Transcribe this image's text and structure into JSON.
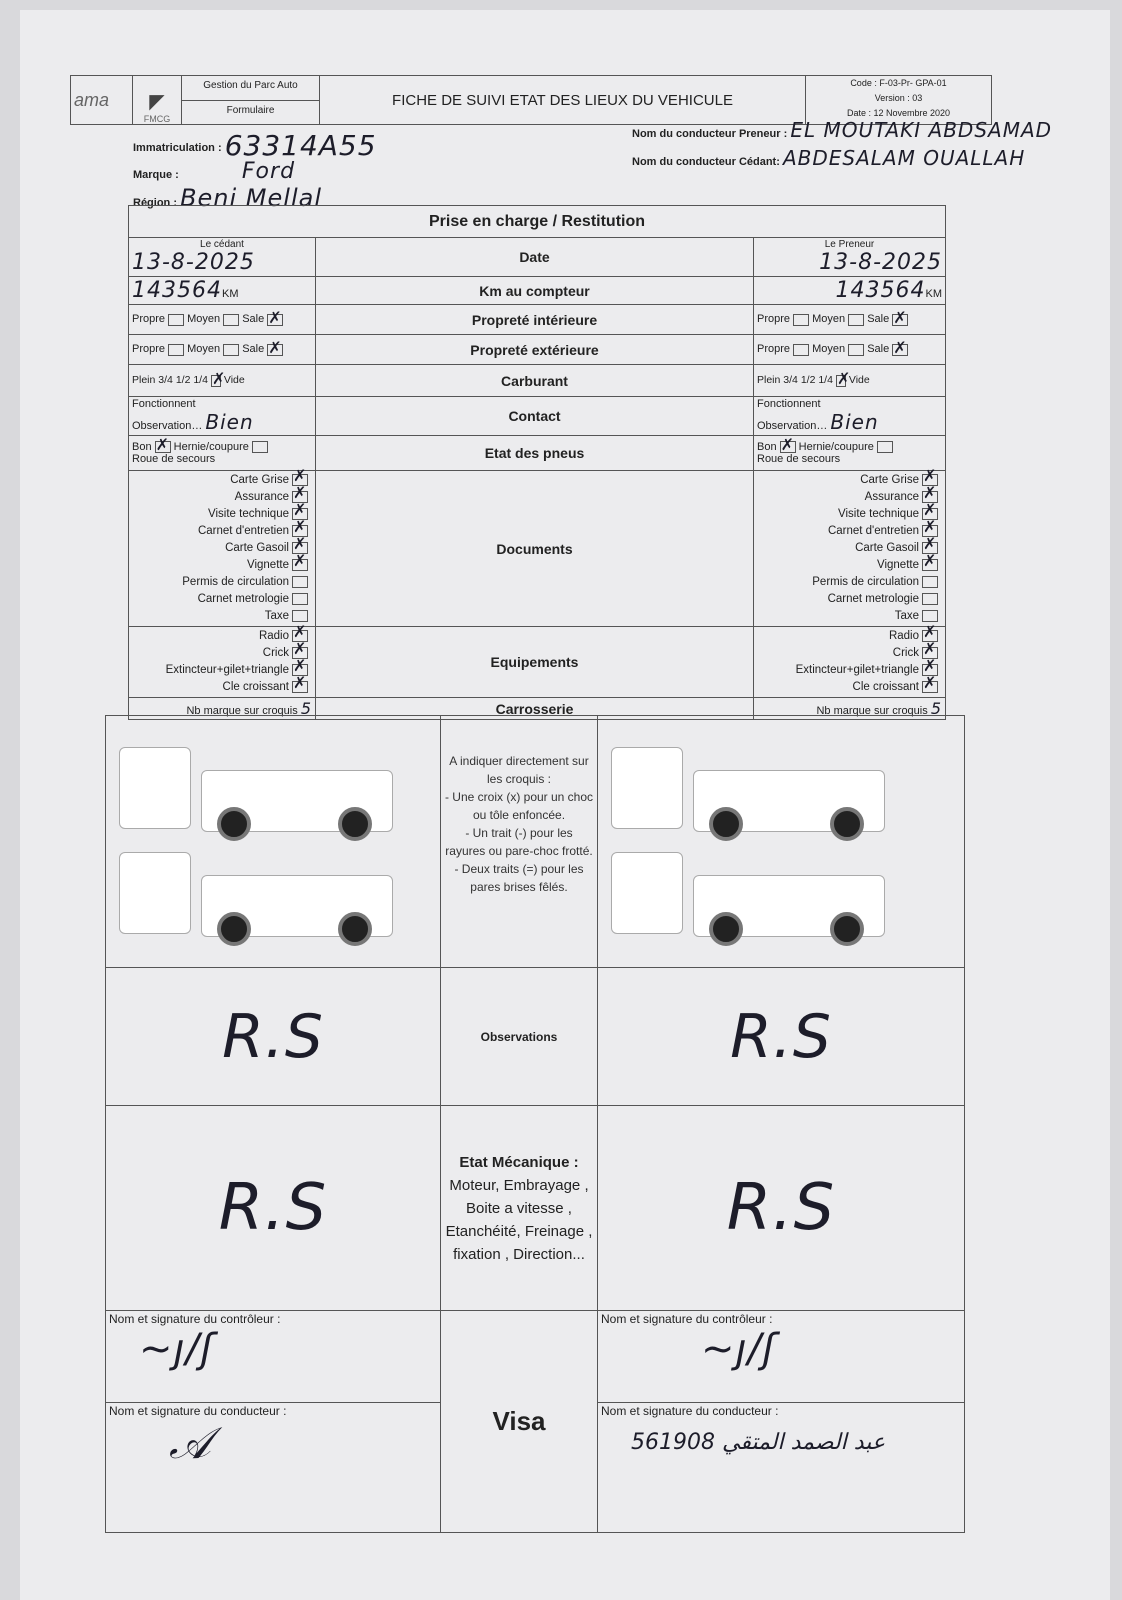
{
  "header": {
    "logo_text": "ama",
    "logo_sub": "FMCG",
    "department": "Gestion du Parc Auto",
    "doc_type": "Formulaire",
    "title": "FICHE DE SUIVI ETAT DES LIEUX DU VEHICULE",
    "code": "Code : F-03-Pr- GPA-01",
    "version": "Version : 03",
    "date": "Date : 12 Novembre 2020"
  },
  "vehicle": {
    "immat_label": "Immatriculation :",
    "immat_value": "63314A55",
    "marque_label": "Marque :",
    "marque_value": "Ford",
    "region_label": "Région :",
    "region_value": "Beni Mellal",
    "preneur_label": "Nom du conducteur Preneur :",
    "preneur_value": "EL MOUTAKI ABDSAMAD",
    "cedant_label": "Nom du conducteur Cédant:",
    "cedant_value": "ABDESALAM OUALLAH"
  },
  "table": {
    "title": "Prise en charge / Restitution",
    "left_head": "Le cédant",
    "right_head": "Le Preneur",
    "rows": {
      "date": "Date",
      "km": "Km au compteur",
      "prop_int": "Propreté intérieure",
      "prop_ext": "Propreté extérieure",
      "carburant": "Carburant",
      "contact": "Contact",
      "pneus": "Etat des pneus",
      "documents": "Documents",
      "equipements": "Equipements",
      "carrosserie": "Carrosserie"
    },
    "left": {
      "date": "13-8-2025",
      "km": "143564",
      "km_unit": "KM",
      "observation_value": "Bien"
    },
    "right": {
      "date": "13-8-2025",
      "km": "143564",
      "km_unit": "KM",
      "observation_value": "Bien"
    },
    "cleanliness": [
      "Propre",
      "Moyen",
      "Sale"
    ],
    "fuel": [
      "Plein",
      "3/4",
      "1/2",
      "1/4",
      "Vide"
    ],
    "contact": [
      "Fonctionnent",
      "Observation"
    ],
    "tyres": [
      "Bon",
      "Hernie/coupure",
      "Roue de secours"
    ],
    "documents_list": [
      "Carte Grise",
      "Assurance",
      "Visite technique",
      "Carnet d'entretien",
      "Carte Gasoil",
      "Vignette",
      "Permis de circulation",
      "Carnet metrologie",
      "Taxe"
    ],
    "equipment_list": [
      "Radio",
      "Crick",
      "Extincteur+gilet+triangle",
      "Cle croissant"
    ],
    "marks_label": "Nb marque sur croquis",
    "marks_left": "5",
    "marks_right": "5"
  },
  "lower": {
    "instructions": [
      "A indiquer directement sur les croquis :",
      "- Une croix (x) pour un choc ou tôle enfoncée.",
      "- Un trait (-) pour les rayures ou pare-choc frotté.",
      "- Deux traits (=) pour les pares brises fêlés."
    ],
    "observations": "Observations",
    "observ_left": "R.S",
    "observ_right": "R.S",
    "mech_title": "Etat Mécanique :",
    "mech_text": "Moteur, Embrayage , Boite a vitesse , Etanchéité, Freinage , fixation , Direction...",
    "mech_left": "R.S",
    "mech_right": "R.S",
    "visa": "Visa",
    "controleur_label": "Nom et signature du contrôleur :",
    "conducteur_label": "Nom et signature du conducteur :",
    "right_conducteur_value": "عبد الصمد المتقي 561908"
  }
}
